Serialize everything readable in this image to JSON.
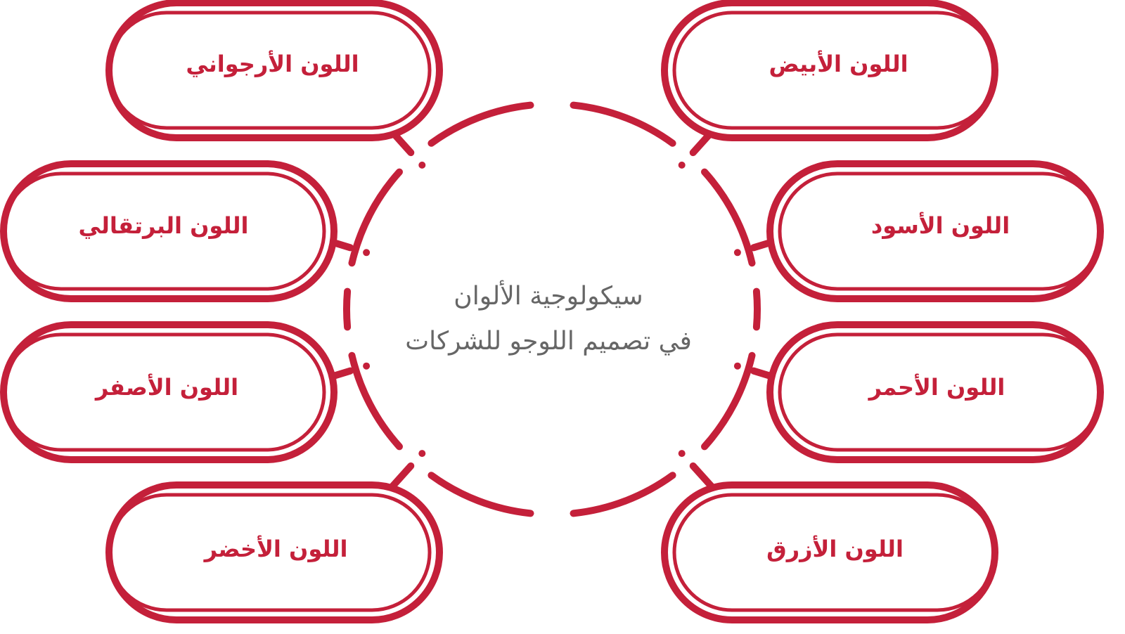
{
  "colors": {
    "accent": "#c4203a",
    "text_center": "#666666",
    "background": "#ffffff"
  },
  "center": {
    "line1": "سيكولوجية الألوان",
    "line2": "في تصميم اللوجو للشركات"
  },
  "items": {
    "white": "اللون الأبيض",
    "black": "اللون الأسود",
    "red": "اللون الأحمر",
    "blue": "اللون الأزرق",
    "purple": "اللون الأرجواني",
    "orange": "اللون البرتقالي",
    "yellow": "اللون الأصفر",
    "green": "اللون الأخضر"
  }
}
